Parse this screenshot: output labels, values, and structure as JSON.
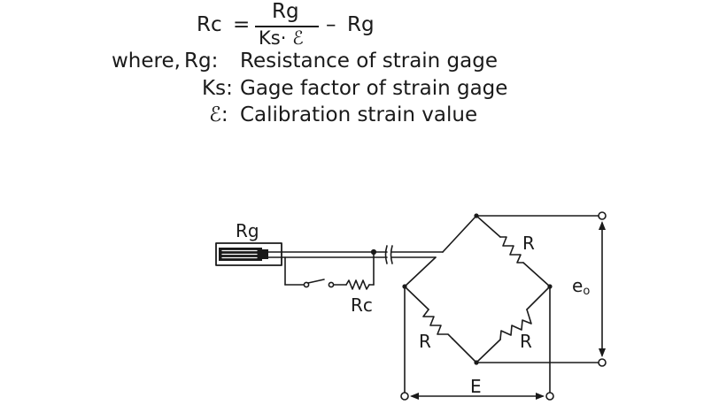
{
  "formula": {
    "lhs": "Rc",
    "equals": "=",
    "numerator": "Rg",
    "denominator": "Ks· ℰ",
    "minus": "–",
    "subtrahend": "Rg"
  },
  "definitions": {
    "intro": "where,",
    "items": [
      {
        "symbol": "Rg:",
        "text": "Resistance of strain gage"
      },
      {
        "symbol": "Ks:",
        "text": "Gage factor of strain gage"
      },
      {
        "symbol": "ℰ:",
        "text": "Calibration strain value"
      }
    ]
  },
  "circuit": {
    "gage_label": "Rg",
    "rc_label": "Rc",
    "bridge_resistor_label": "R",
    "output_label": "e",
    "output_subscript": "o",
    "excitation_label": "E"
  },
  "colors": {
    "ink": "#1a1a1a",
    "background": "#ffffff"
  }
}
